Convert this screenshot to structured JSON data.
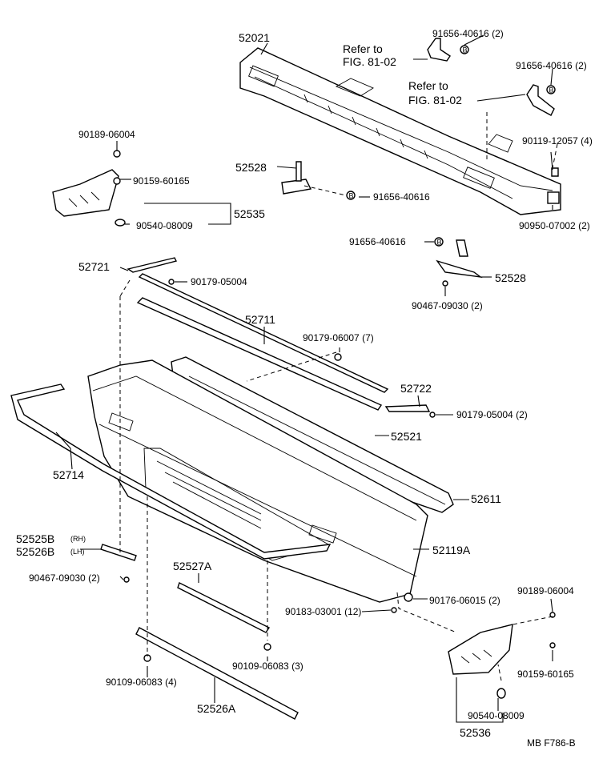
{
  "diagram": {
    "refer_to_1": "Refer to",
    "fig_1": "FIG. 81-02",
    "refer_to_2": "Refer to",
    "fig_2": "FIG. 81-02",
    "footer_code": "MB  F786-B",
    "labels": {
      "p52021": "52021",
      "p91656_40616_a": "91656-40616 (2)",
      "p91656_40616_b": "91656-40616 (2)",
      "p90119_12057": "90119-12057 (4)",
      "p90950_07002": "90950-07002 (2)",
      "p90189_06004_top": "90189-06004",
      "p90159_60165_top": "90159-60165",
      "p52535": "52535",
      "p90540_08009_top": "90540-08009",
      "p52528_top": "52528",
      "p91656_40616_c": "91656-40616",
      "p91656_40616_d": "91656-40616",
      "p52528_right": "52528",
      "p90467_09030_right": "90467-09030 (2)",
      "p52721": "52721",
      "p90179_05004_top": "90179-05004",
      "p52711": "52711",
      "p90179_06007": "90179-06007 (7)",
      "p52722": "52722",
      "p90179_05004_right": "90179-05004 (2)",
      "p52521": "52521",
      "p52714": "52714",
      "p52611": "52611",
      "p52525B": "52525B",
      "p52525B_rh": "(RH)",
      "p52526B": "52526B",
      "p52526B_lh": "(LH)",
      "p52119A": "52119A",
      "p90467_09030_left": "90467-09030 (2)",
      "p52527A": "52527A",
      "p90183_03001": "90183-03001 (12)",
      "p90176_06015": "90176-06015 (2)",
      "p90189_06004_bottom": "90189-06004",
      "p90109_06083_3": "90109-06083 (3)",
      "p90109_06083_4": "90109-06083 (4)",
      "p90159_60165_bottom": "90159-60165",
      "p52526A": "52526A",
      "p90540_08009_bottom": "90540-08009",
      "p52536": "52536"
    }
  }
}
